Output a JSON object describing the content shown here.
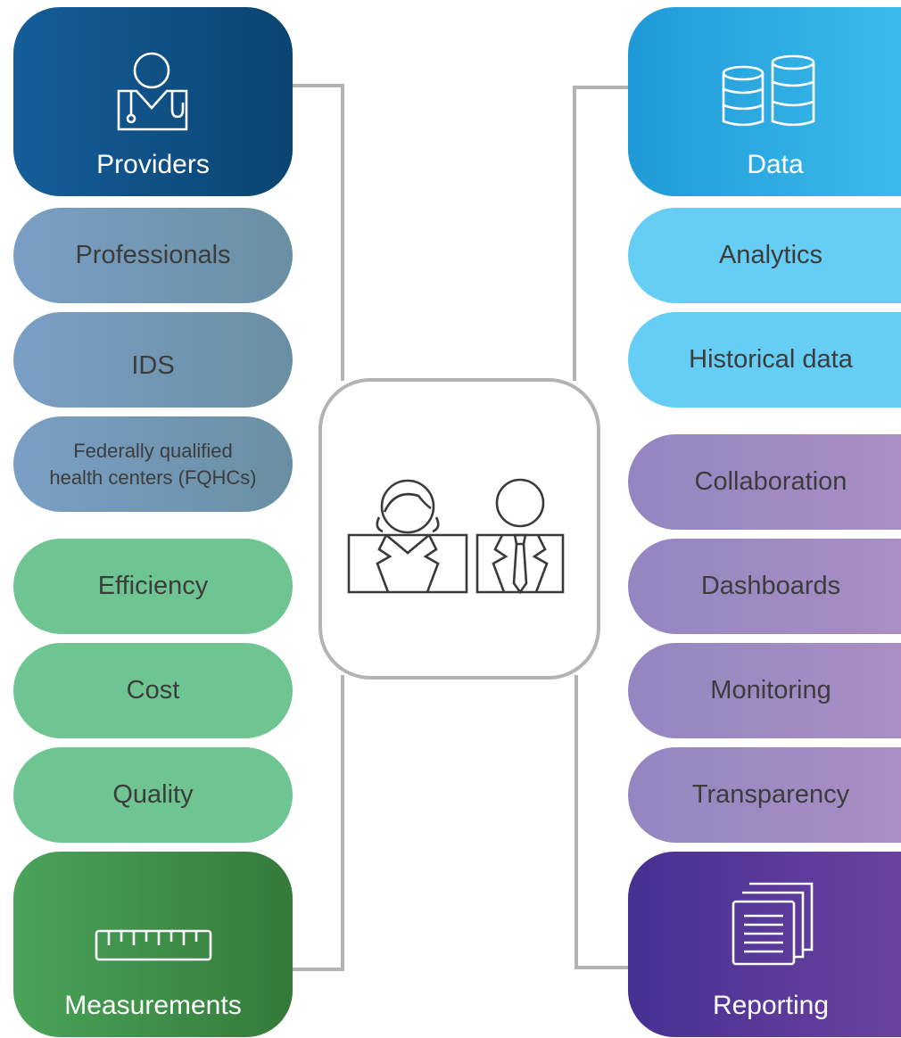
{
  "left": {
    "providers": {
      "label": "Providers",
      "icon": "doctor-icon",
      "color": "#0f4f86"
    },
    "items": [
      {
        "label": "Professionals"
      },
      {
        "label": "IDS"
      },
      {
        "label_line1": "Federally qualified",
        "label_line2": "health centers (FQHCs)"
      },
      {
        "label": "Efficiency"
      },
      {
        "label": "Cost"
      },
      {
        "label": "Quality"
      }
    ],
    "measurements": {
      "label": "Measurements",
      "icon": "ruler-icon",
      "color": "#3d8a47"
    }
  },
  "right": {
    "data": {
      "label": "Data",
      "icon": "database-icon",
      "color": "#2ea8e0"
    },
    "items": [
      {
        "label": "Analytics"
      },
      {
        "label": "Historical data"
      },
      {
        "label": "Collaboration"
      },
      {
        "label": "Dashboards"
      },
      {
        "label": "Monitoring"
      },
      {
        "label": "Transparency"
      }
    ],
    "reporting": {
      "label": "Reporting",
      "icon": "documents-icon",
      "color": "#5a3a96"
    }
  },
  "center": {
    "icon": "two-people-icon"
  }
}
